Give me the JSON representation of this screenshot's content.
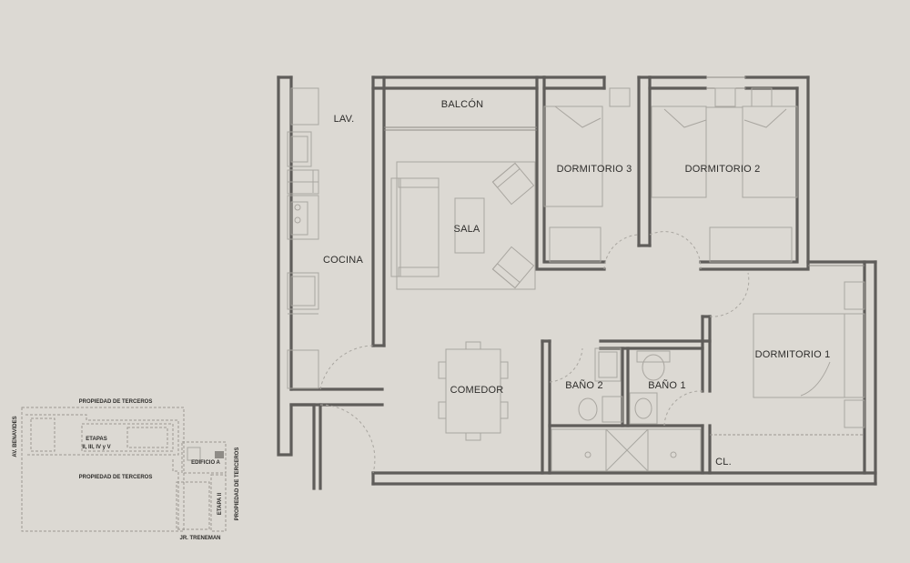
{
  "floor_plan": {
    "rooms": {
      "balcon": "BALCÓN",
      "lav": "LAV.",
      "sala": "SALA",
      "cocina": "COCINA",
      "comedor": "COMEDOR",
      "dormitorio3": "DORMITORIO 3",
      "dormitorio2": "DORMITORIO 2",
      "dormitorio1": "DORMITORIO 1",
      "bano2": "BAÑO 2",
      "bano1": "BAÑO 1",
      "cl": "CL."
    }
  },
  "site_plan": {
    "labels": {
      "propiedad_top": "PROPIEDAD DE TERCEROS",
      "propiedad_mid": "PROPIEDAD DE TERCEROS",
      "propiedad_right": "PROPIEDAD DE TERCEROS",
      "av_benavides": "AV. BENAVIDES",
      "etapas": "ETAPAS",
      "etapas_list": "II, III, IV y V",
      "edificio": "EDIFICIO A",
      "etapa_ii": "ETAPA II",
      "jr_treneman": "JR. TRENEMAN"
    }
  }
}
